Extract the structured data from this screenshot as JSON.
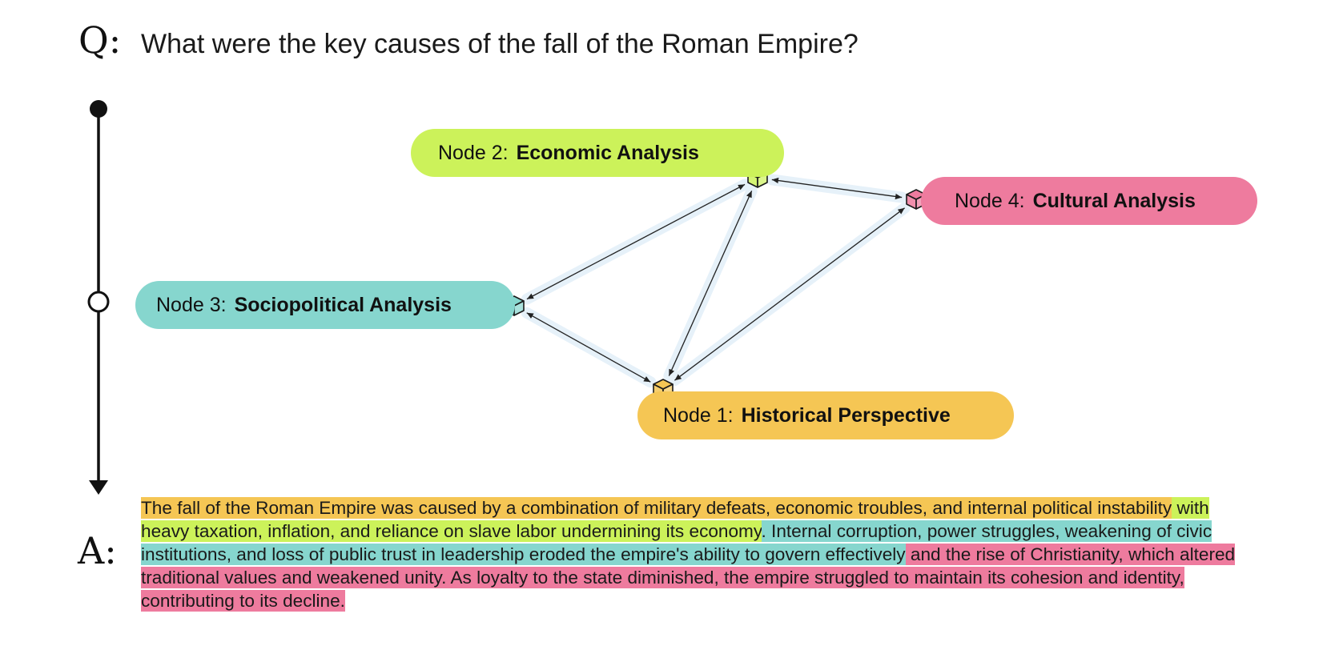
{
  "question": {
    "marker": "Q:",
    "text": "What were the key causes of the fall of the Roman Empire?"
  },
  "nodes": [
    {
      "id": "node-2",
      "prefix": "Node 2:",
      "title": "Economic Analysis",
      "color": "#CCF25A"
    },
    {
      "id": "node-4",
      "prefix": "Node 4:",
      "title": "Cultural Analysis",
      "color": "#EE7B9E"
    },
    {
      "id": "node-3",
      "prefix": "Node 3:",
      "title": "Sociopolitical Analysis",
      "color": "#86D6CE"
    },
    {
      "id": "node-1",
      "prefix": "Node 1:",
      "title": "Historical Perspective",
      "color": "#F5C654"
    }
  ],
  "icons": {
    "node": "cube-icon",
    "timeline_start": "filled-circle-icon",
    "timeline_mid": "hollow-circle-icon",
    "timeline_end": "arrow-down-icon"
  },
  "edges": [
    {
      "from": "node-2",
      "to": "node-3"
    },
    {
      "from": "node-2",
      "to": "node-4"
    },
    {
      "from": "node-2",
      "to": "node-1"
    },
    {
      "from": "node-4",
      "to": "node-1"
    },
    {
      "from": "node-3",
      "to": "node-1"
    }
  ],
  "answer": {
    "marker": "A:",
    "segments": [
      {
        "text": "The fall of the Roman Empire was caused by a combination of military defeats, economic troubles, and internal political instability",
        "color": "#F5C654"
      },
      {
        "text": " with heavy taxation, inflation, and reliance on slave labor undermining its economy",
        "color": "#CCF25A"
      },
      {
        "text": ". Internal corruption, power struggles, weakening of civic institutions, and loss of public trust in leadership eroded the empire's ability to govern effectively",
        "color": "#86D6CE"
      },
      {
        "text": " and the rise of Christianity, which altered traditional values and weakened unity. As loyalty to the state diminished, the empire struggled to maintain its cohesion and identity, contributing to its decline.",
        "color": "#EE7B9E"
      }
    ]
  }
}
